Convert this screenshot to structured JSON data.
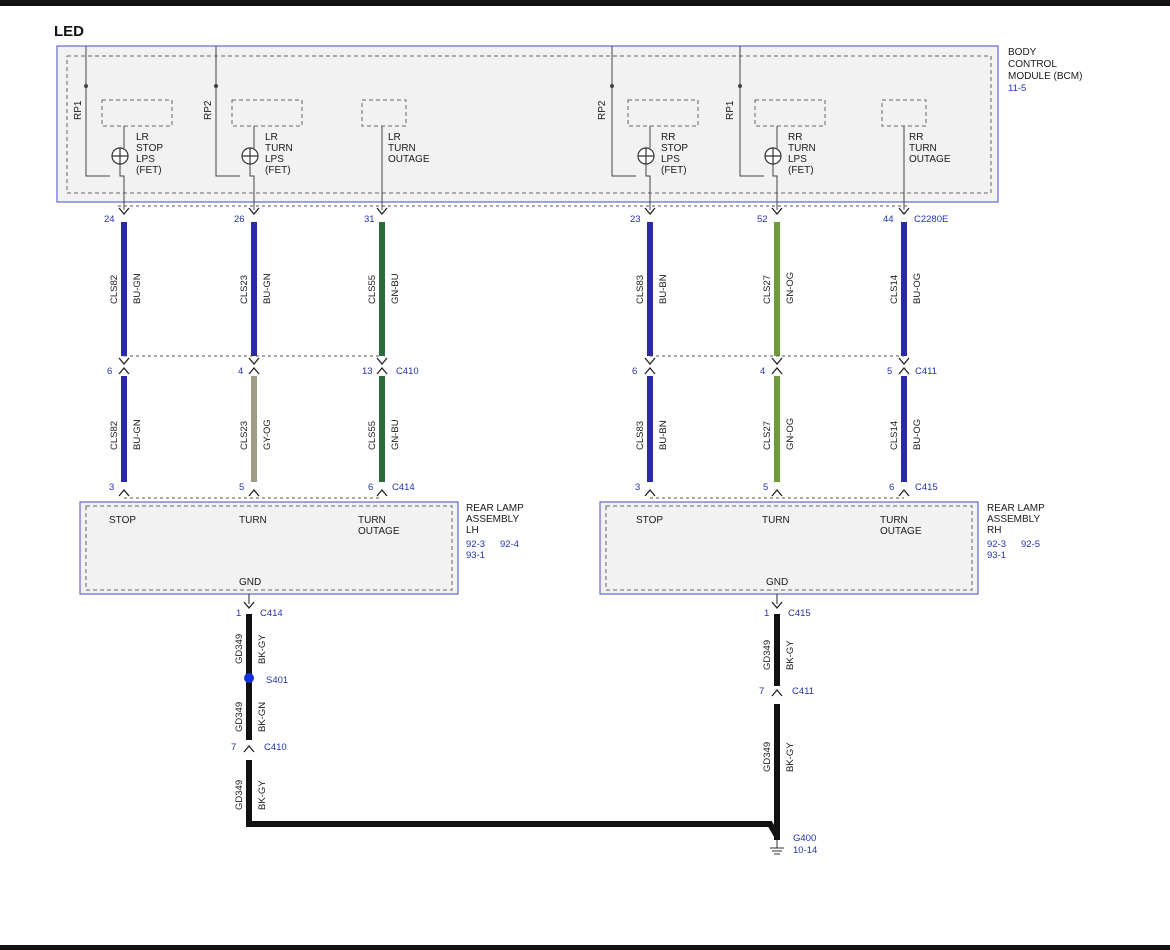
{
  "title": "LED",
  "bcm": {
    "lines": [
      "BODY",
      "CONTROL",
      "MODULE (BCM)"
    ],
    "ref": "11-5",
    "rails": [
      "RP1",
      "RP2",
      "RP2",
      "RP1"
    ],
    "outputs": [
      {
        "lines": [
          "LR",
          "STOP",
          "LPS",
          "(FET)"
        ]
      },
      {
        "lines": [
          "LR",
          "TURN",
          "LPS",
          "(FET)"
        ]
      },
      {
        "lines": [
          "LR",
          "TURN",
          "OUTAGE"
        ]
      },
      {
        "lines": [
          "RR",
          "STOP",
          "LPS",
          "(FET)"
        ]
      },
      {
        "lines": [
          "RR",
          "TURN",
          "LPS",
          "(FET)"
        ]
      },
      {
        "lines": [
          "RR",
          "TURN",
          "OUTAGE"
        ]
      }
    ],
    "pins": [
      "24",
      "26",
      "31",
      "23",
      "52",
      "44"
    ],
    "connector": "C2280E"
  },
  "upper_wires": [
    {
      "circuit": "CLS82",
      "color_code": "BU-GN"
    },
    {
      "circuit": "CLS23",
      "color_code": "BU-GN"
    },
    {
      "circuit": "CLS55",
      "color_code": "GN-BU"
    },
    {
      "circuit": "CLS83",
      "color_code": "BU-BN"
    },
    {
      "circuit": "CLS27",
      "color_code": "GN-OG"
    },
    {
      "circuit": "CLS14",
      "color_code": "BU-OG"
    }
  ],
  "inline_left": {
    "pins": [
      "6",
      "4",
      "13"
    ],
    "connector": "C410"
  },
  "inline_right": {
    "pins": [
      "6",
      "4",
      "5"
    ],
    "connector": "C411"
  },
  "lower_wires": [
    {
      "circuit": "CLS82",
      "color_code": "BU-GN"
    },
    {
      "circuit": "CLS23",
      "color_code": "GY-OG"
    },
    {
      "circuit": "CLS55",
      "color_code": "GN-BU"
    },
    {
      "circuit": "CLS83",
      "color_code": "BU-BN"
    },
    {
      "circuit": "CLS27",
      "color_code": "GN-OG"
    },
    {
      "circuit": "CLS14",
      "color_code": "BU-OG"
    }
  ],
  "lamp_left": {
    "pins": [
      "3",
      "5",
      "6"
    ],
    "connector": "C414",
    "name_lines": [
      "REAR LAMP",
      "ASSEMBLY",
      "LH"
    ],
    "refs": [
      "92-3",
      "92-4",
      "93-1"
    ],
    "stop": "STOP",
    "turn": "TURN",
    "outage_lines": [
      "TURN",
      "OUTAGE"
    ],
    "gnd": "GND"
  },
  "lamp_right": {
    "pins": [
      "3",
      "5",
      "6"
    ],
    "connector": "C415",
    "name_lines": [
      "REAR LAMP",
      "ASSEMBLY",
      "RH"
    ],
    "refs": [
      "92-3",
      "92-5",
      "93-1"
    ],
    "stop": "STOP",
    "turn": "TURN",
    "outage_lines": [
      "TURN",
      "OUTAGE"
    ],
    "gnd": "GND"
  },
  "ground_left": {
    "pin1": "1",
    "conn1": "C414",
    "w1_circuit": "GD349",
    "w1_color": "BK-GY",
    "splice": "S401",
    "w2_circuit": "GD349",
    "w2_color": "BK-GN",
    "pin2": "7",
    "conn2": "C410",
    "w3_circuit": "GD349",
    "w3_color": "BK-GY"
  },
  "ground_right": {
    "pin1": "1",
    "conn1": "C415",
    "w1_circuit": "GD349",
    "w1_color": "BK-GY",
    "pin2": "7",
    "conn2": "C411",
    "w2_circuit": "GD349",
    "w2_color": "BK-GY"
  },
  "ground_point": {
    "name": "G400",
    "ref": "10-14"
  },
  "colors": {
    "blue_wire": "#2a2aa8",
    "green_wire": "#2e6b3a",
    "light_green_wire": "#6e9a3a",
    "gray_wire": "#a09a86",
    "black_wire": "#111111",
    "box_fill": "#f2f2f2",
    "box_border": "#6666cc"
  }
}
